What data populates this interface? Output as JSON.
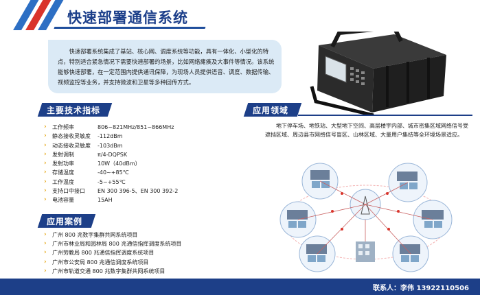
{
  "title": "快速部署通信系统",
  "intro": "快速部署系统集成了基站、核心网、调度系统等功能，具有一体化、小型化的特点，特别适合紧急情况下需要快速部署的场景，比如网络瘫痪及大事件等情况。该系统能够快速部署，在一定范围内提供通讯保障，为现场人员提供语音、调度、数据传输、视频监控等业务，并支持微波和卫星等多种回传方式。",
  "specs": {
    "heading": "主要技术指标",
    "items": [
      {
        "key": "工作频率",
        "value": "806~821MHz/851~866MHz"
      },
      {
        "key": "静态接收灵敏度",
        "value": "-112dBm"
      },
      {
        "key": "动态接收灵敏度",
        "value": "-103dBm"
      },
      {
        "key": "发射调制",
        "value": "π/4-DQPSK"
      },
      {
        "key": "发射功率",
        "value": "10W（40dBm）"
      },
      {
        "key": "存储温度",
        "value": "-40~+85℃"
      },
      {
        "key": "工作温度",
        "value": "-5~+55℃"
      },
      {
        "key": "支持口中接口",
        "value": "EN 300 396-5、EN 300 392-2"
      },
      {
        "key": "电池容量",
        "value": "15AH"
      }
    ]
  },
  "cases": {
    "heading": "应用案例",
    "items": [
      "广州 800 兆数字集群共网系统项目",
      "广州市林业局和园林局 800 兆通信指挥调度系统项目",
      "广州劳教局 800 兆通信指挥调度系统项目",
      "广州市公安局 800 兆通信调度系统项目",
      "广州市轨道交通 800 兆数字集群共网系统项目"
    ]
  },
  "application": {
    "heading": "应用领域",
    "text": "地下停车场、地铁站、大型地下空间、高层楼宇内部、城市密集区域网络信号受遮挡区域、周边县市网络信号盲区、山林区域、大量用户集结等全环境场景适应。"
  },
  "footer": {
    "contact": "联系人：李伟  13922110506"
  },
  "colors": {
    "navy": "#1d3f88",
    "light_blue": "#dbeaf6",
    "arrow": "#e6a81a",
    "stripe_blue": "#2d6fc4",
    "stripe_red": "#d9342b"
  }
}
